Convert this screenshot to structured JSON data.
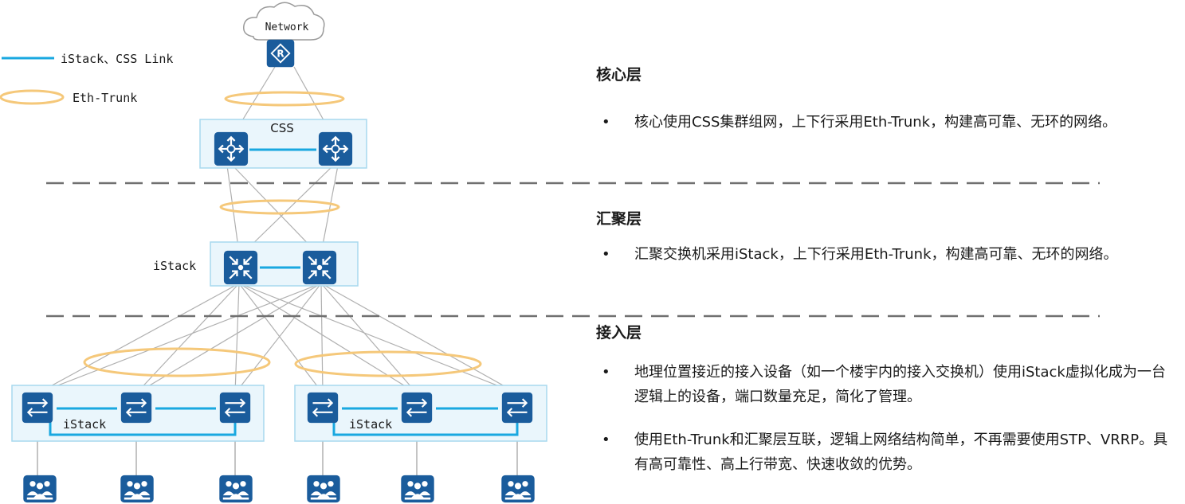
{
  "legend": {
    "link_label": "iStack、CSS Link",
    "trunk_label": "Eth-Trunk"
  },
  "diagram": {
    "network_label": "Network",
    "core_cluster_label": "CSS",
    "agg_cluster_label": "iStack",
    "access_left_label": "iStack",
    "access_right_label": "iStack"
  },
  "colors": {
    "device_blue": "#1a5c9c",
    "link_cyan": "#19a8e0",
    "trunk_orange": "#f5c87a",
    "cluster_fill": "#eaf6fc",
    "cluster_border": "#a8d8ee",
    "line_gray": "#b0b0b0",
    "divider_gray": "#707070"
  },
  "layers": [
    {
      "title": "核心层",
      "bullets": [
        "核心使用CSS集群组网，上下行采用Eth-Trunk，构建高可靠、无环的网络。"
      ]
    },
    {
      "title": "汇聚层",
      "bullets": [
        "汇聚交换机采用iStack，上下行采用Eth-Trunk，构建高可靠、无环的网络。"
      ]
    },
    {
      "title": "接入层",
      "bullets": [
        "地理位置接近的接入设备（如一个楼宇内的接入交换机）使用iStack虚拟化成为一台逻辑上的设备，端口数量充足，简化了管理。",
        "使用Eth-Trunk和汇聚层互联，逻辑上网络结构简单，不再需要使用STP、VRRP。具有高可靠性、高上行带宽、快速收敛的优势。"
      ]
    }
  ],
  "bullet_symbol": "•"
}
